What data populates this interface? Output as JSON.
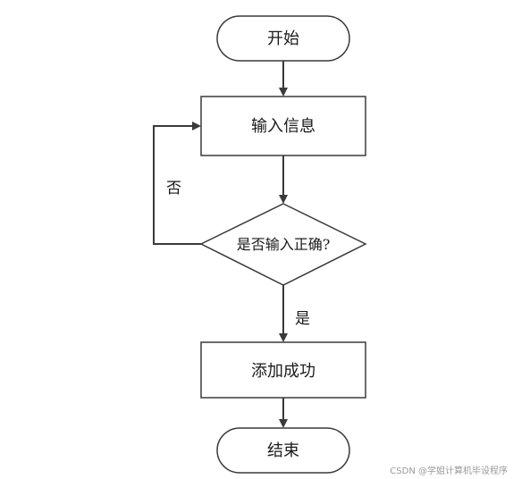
{
  "diagram": {
    "nodes": {
      "start": {
        "label": "开始"
      },
      "input": {
        "label": "输入信息"
      },
      "decision": {
        "label": "是否输入正确?"
      },
      "success": {
        "label": "添加成功"
      },
      "end": {
        "label": "结束"
      }
    },
    "edges": {
      "no_label": "否",
      "yes_label": "是"
    }
  },
  "watermark": "CSDN @学姐计算机毕设程序",
  "colors": {
    "stroke": "#3a3a3a",
    "text": "#1a1a1a",
    "background": "#ffffff"
  }
}
